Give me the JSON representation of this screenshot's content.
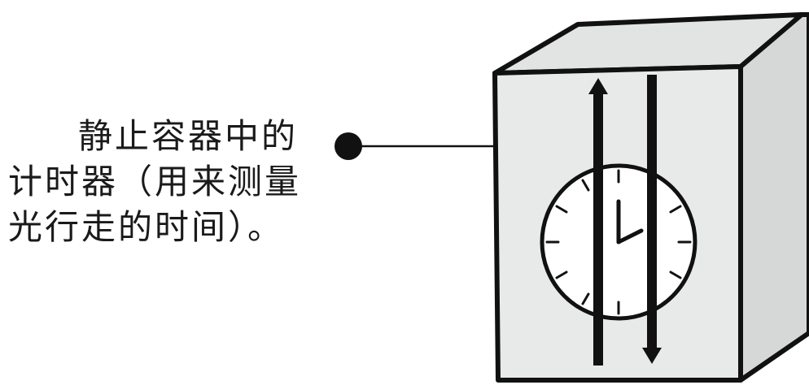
{
  "caption": {
    "line1": "静止容器中的",
    "line2": "计时器（用来测量",
    "line3": "光行走的时间）。"
  },
  "colors": {
    "front_face": "#e8eaea",
    "top_face": "#e2e4e4",
    "side_face": "#d6d8d8",
    "outline": "#111111"
  }
}
